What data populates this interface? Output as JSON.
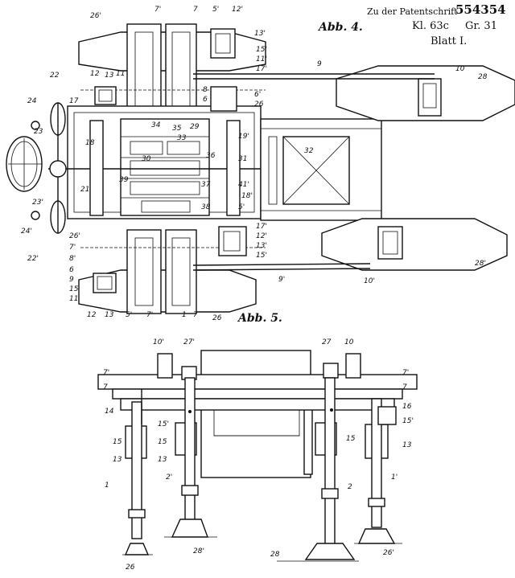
{
  "header": {
    "prefix": "Zu der Patentschrift",
    "number": "554354",
    "class": "Kl. 63c",
    "group": "Gr. 31",
    "sheet": "Blatt I."
  },
  "figures": {
    "fig4": "Abb. 4.",
    "fig5": "Abb. 5."
  },
  "labels4": [
    "26'",
    "7'",
    "7",
    "5'",
    "12'",
    "13'",
    "15'",
    "11'",
    "17'",
    "9",
    "10",
    "28",
    "22",
    "12",
    "11",
    "13",
    "17",
    "24",
    "23",
    "8",
    "6",
    "26",
    "6'",
    "34",
    "35",
    "33",
    "29",
    "36",
    "31",
    "19'",
    "30",
    "37",
    "18'",
    "39",
    "38",
    "21",
    "41'",
    "32",
    "18",
    "5'",
    "23'",
    "24'",
    "22'",
    "26'",
    "7'",
    "8'",
    "6",
    "9",
    "15",
    "11",
    "12",
    "13",
    "5'",
    "7'",
    "1",
    "7",
    "26",
    "17'",
    "12'",
    "13'",
    "15'",
    "10'",
    "28'",
    "9'"
  ],
  "labels5": [
    "10'",
    "27'",
    "27",
    "10",
    "7'",
    "7",
    "7'",
    "7",
    "14",
    "16",
    "15'",
    "15",
    "15'",
    "15",
    "15",
    "13",
    "13",
    "13",
    "1",
    "2'",
    "2",
    "1'",
    "28'",
    "28",
    "26",
    "26'"
  ]
}
